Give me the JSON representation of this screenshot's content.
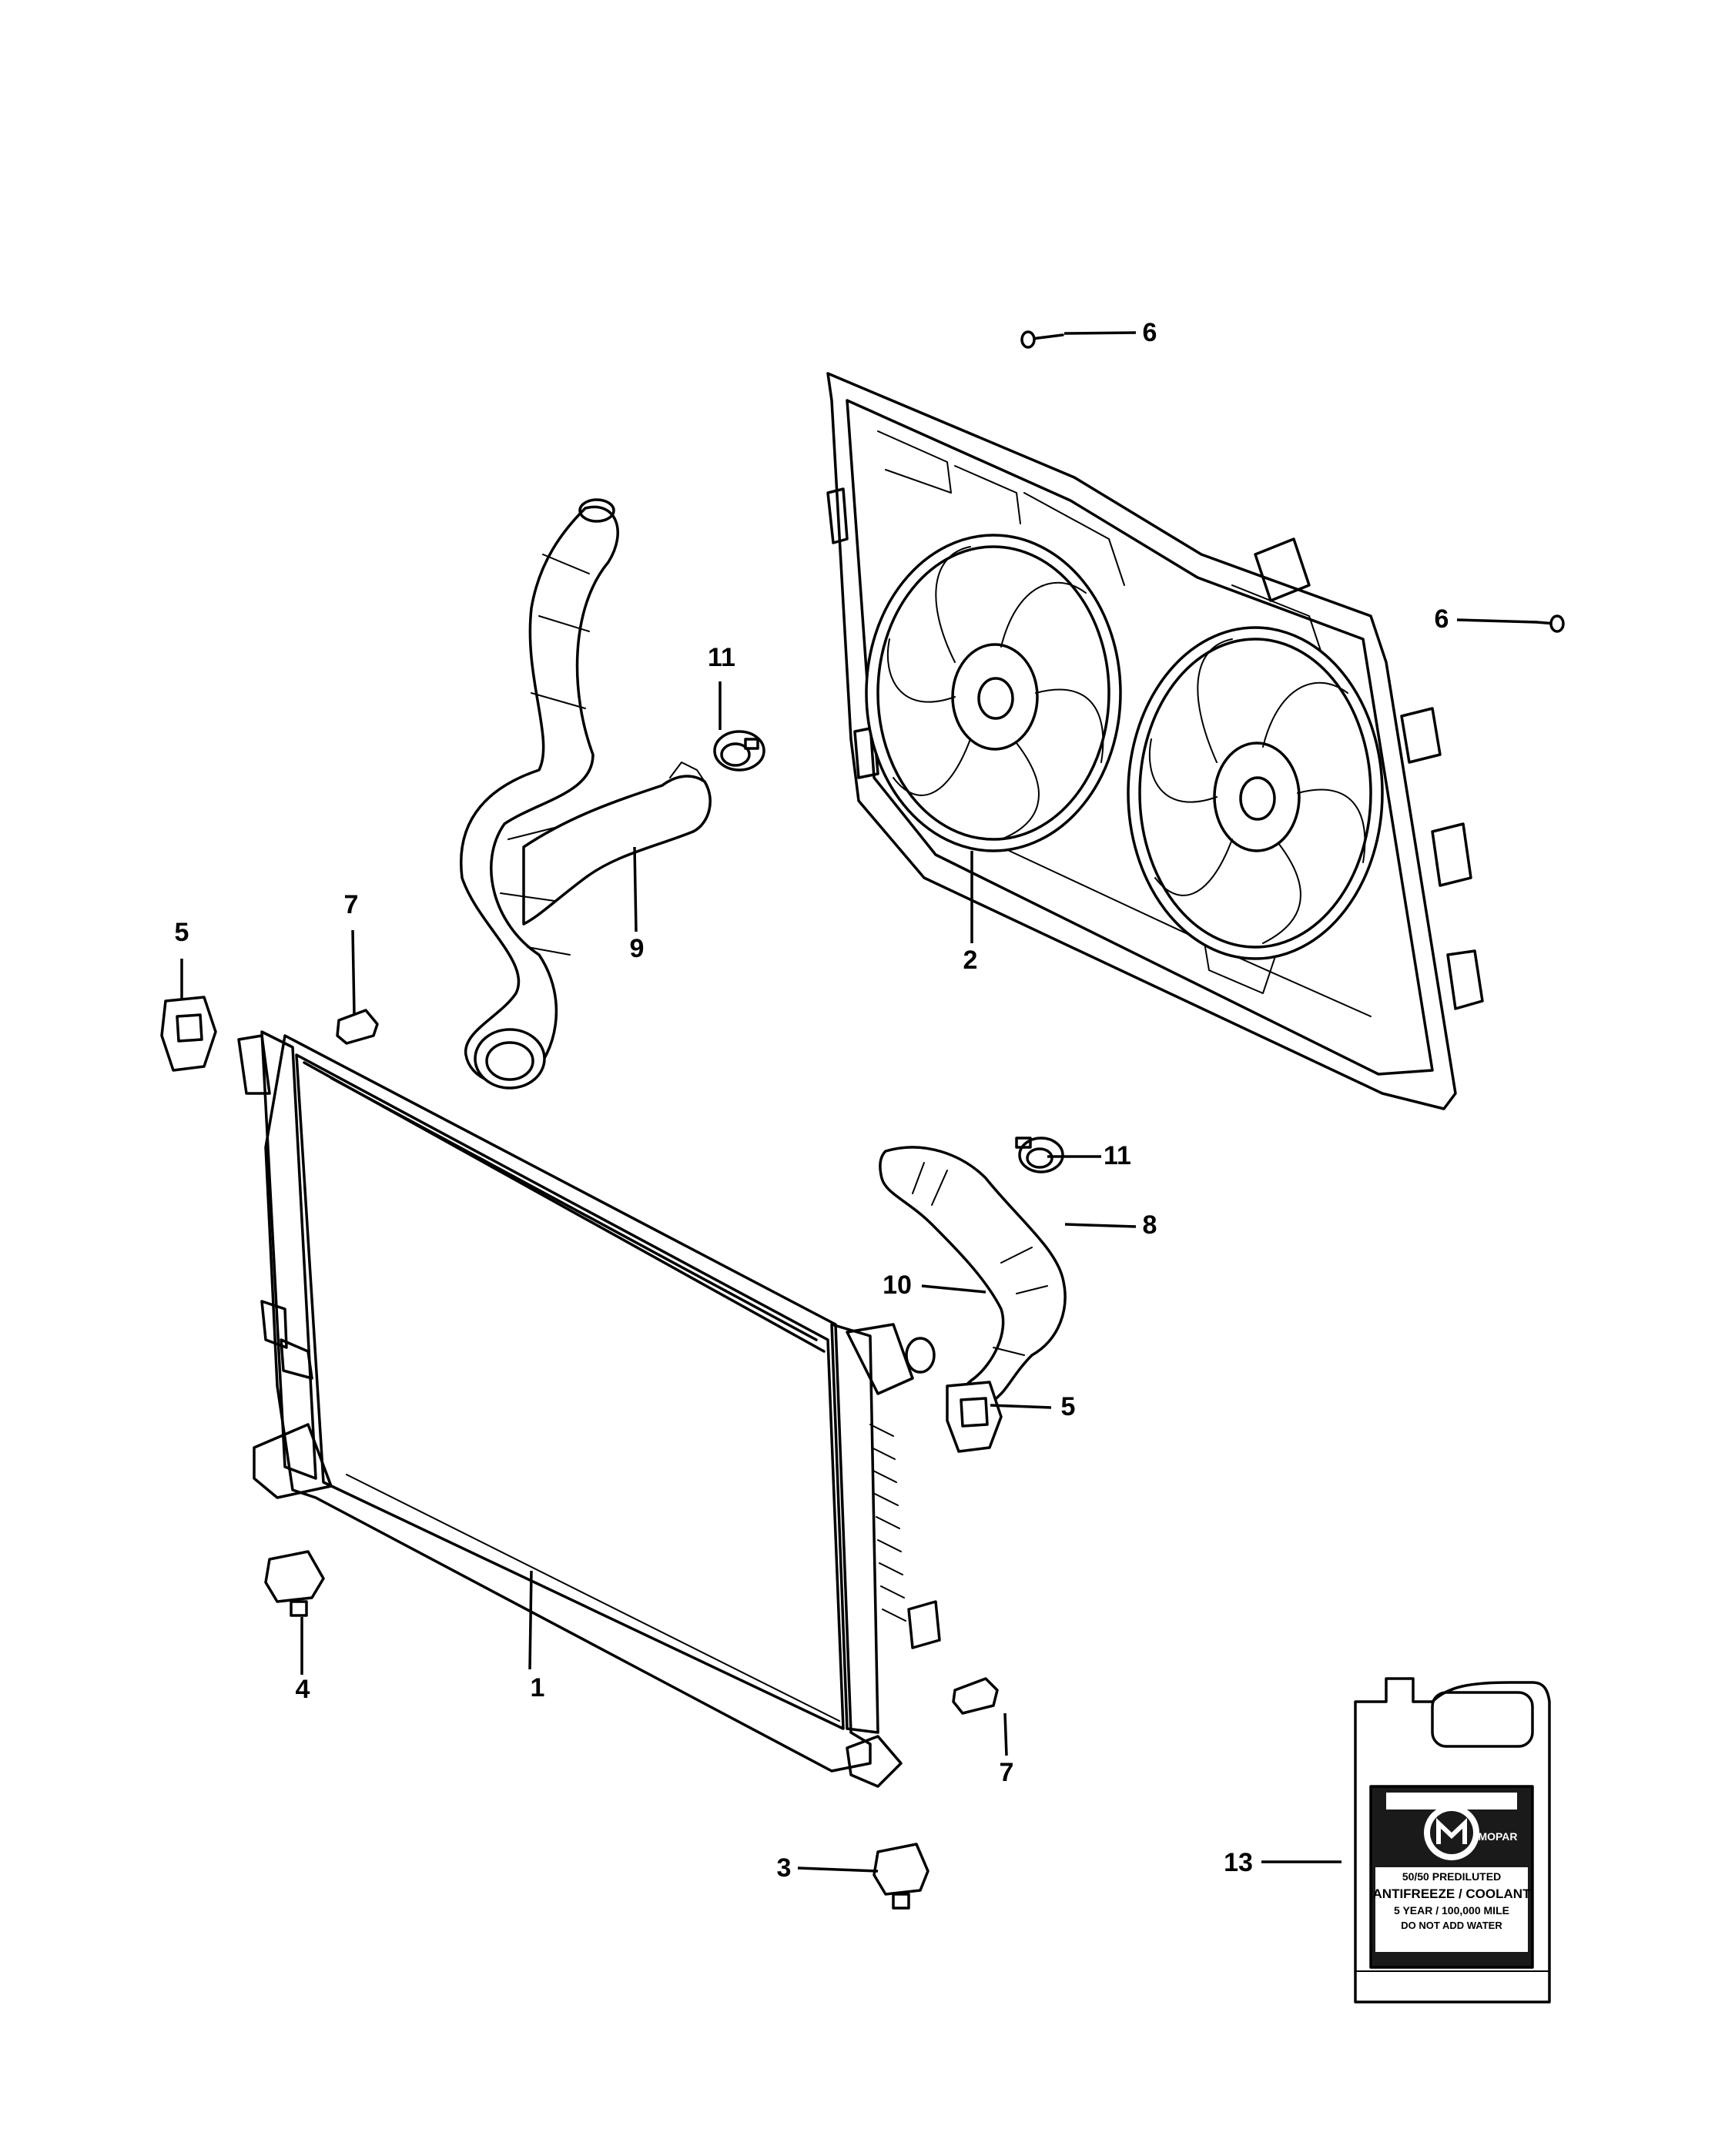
{
  "callouts": {
    "c1": "1",
    "c2": "2",
    "c3": "3",
    "c4": "4",
    "c5a": "5",
    "c5b": "5",
    "c6a": "6",
    "c6b": "6",
    "c7a": "7",
    "c7b": "7",
    "c8": "8",
    "c9": "9",
    "c10": "10",
    "c11a": "11",
    "c11b": "11",
    "c13": "13"
  },
  "jug_label": {
    "brand": "MOPAR",
    "line1": "50/50 PREDILUTED",
    "line2": "ANTIFREEZE / COOLANT",
    "line3": "5 YEAR / 100,000 MILE",
    "line4": "DO NOT ADD WATER"
  }
}
